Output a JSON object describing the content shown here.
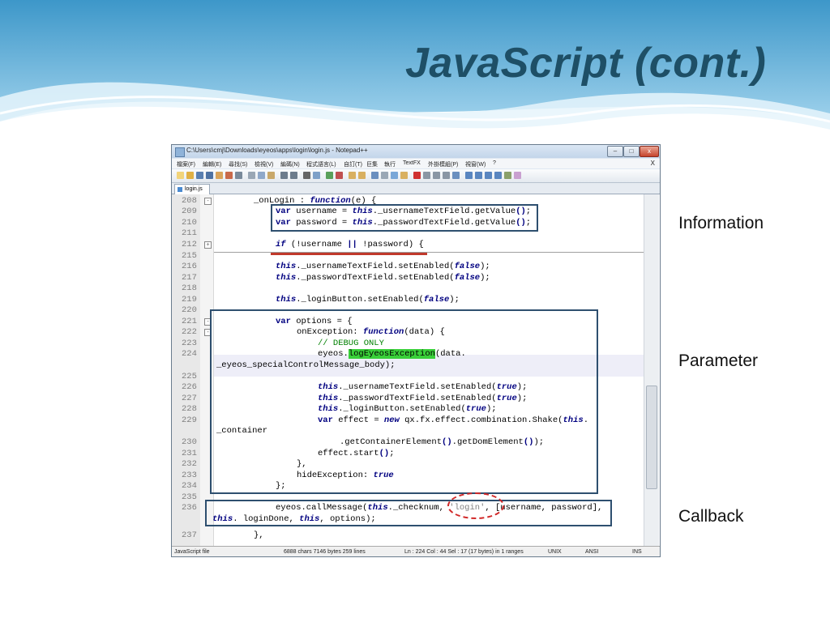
{
  "slide": {
    "title": "JavaScript  (cont.)",
    "labels": {
      "information": "Information",
      "parameter": "Parameter",
      "callback": "Callback"
    }
  },
  "window": {
    "title": "C:\\Users\\cmj\\Downloads\\eyeos\\apps\\login\\login.js - Notepad++",
    "controls": {
      "minimize": "–",
      "maximize": "□",
      "close": "x"
    },
    "menu": [
      "檔案(F)",
      "編輯(E)",
      "尋找(S)",
      "檢視(V)",
      "編碼(N)",
      "程式語言(L)",
      "自訂(T)",
      "巨集",
      "執行",
      "TextFX",
      "外掛模組(P)",
      "視窗(W)",
      "?"
    ],
    "menu_close": "X",
    "tab": "login.js"
  },
  "editor": {
    "lines": [
      {
        "n": "208",
        "code": "_onLogin : function(e) {"
      },
      {
        "n": "209",
        "code": "var username = this._usernameTextField.getValue();"
      },
      {
        "n": "210",
        "code": "var password = this._passwordTextField.getValue();"
      },
      {
        "n": "211",
        "code": ""
      },
      {
        "n": "212",
        "code": "if (!username || !password) {"
      },
      {
        "n": "215",
        "code": ""
      },
      {
        "n": "216",
        "code": "this._usernameTextField.setEnabled(false);"
      },
      {
        "n": "217",
        "code": "this._passwordTextField.setEnabled(false);"
      },
      {
        "n": "218",
        "code": ""
      },
      {
        "n": "219",
        "code": "this._loginButton.setEnabled(false);"
      },
      {
        "n": "220",
        "code": ""
      },
      {
        "n": "221",
        "code": "var options = {"
      },
      {
        "n": "222",
        "code": "onException: function(data) {"
      },
      {
        "n": "223",
        "code": "// DEBUG ONLY"
      },
      {
        "n": "224",
        "code": "eyeos.logEyeosException(data."
      },
      {
        "n": "",
        "code": "_eyeos_specialControlMessage_body);"
      },
      {
        "n": "225",
        "code": ""
      },
      {
        "n": "226",
        "code": "this._usernameTextField.setEnabled(true);"
      },
      {
        "n": "227",
        "code": "this._passwordTextField.setEnabled(true);"
      },
      {
        "n": "228",
        "code": "this._loginButton.setEnabled(true);"
      },
      {
        "n": "229",
        "code": "var effect = new qx.fx.effect.combination.Shake(this."
      },
      {
        "n": "",
        "code": "_container"
      },
      {
        "n": "230",
        "code": ".getContainerElement().getDomElement());"
      },
      {
        "n": "231",
        "code": "effect.start();"
      },
      {
        "n": "232",
        "code": "},"
      },
      {
        "n": "233",
        "code": "hideException: true"
      },
      {
        "n": "234",
        "code": "};"
      },
      {
        "n": "235",
        "code": ""
      },
      {
        "n": "236",
        "code": "eyeos.callMessage(this._checknum, 'login', [username, password],"
      },
      {
        "n": "",
        "code": "this. loginDone, this, options);"
      },
      {
        "n": "237",
        "code": "},"
      }
    ]
  },
  "status": {
    "filetype": "JavaScript file",
    "size": "6888 chars  7146 bytes  259 lines",
    "position": "Ln : 224   Col : 44   Sel : 17 (17 bytes) in 1 ranges",
    "eol": "UNIX",
    "encoding": "ANSI",
    "mode": "INS"
  }
}
